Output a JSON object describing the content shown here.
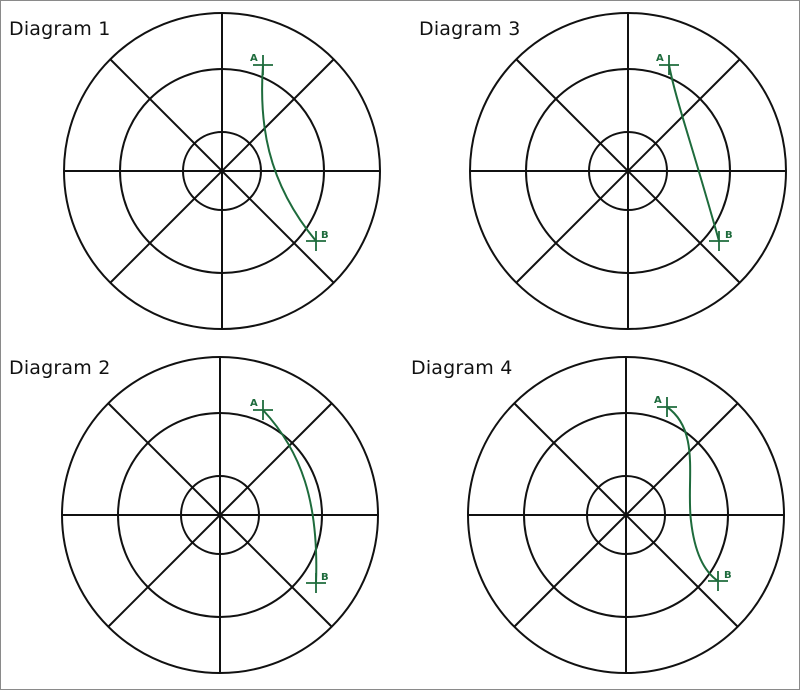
{
  "diagrams": [
    {
      "title": "Diagram 1",
      "point_a": "A",
      "point_b": "B",
      "route_color": "#1e6b3c"
    },
    {
      "title": "Diagram 2",
      "point_a": "A",
      "point_b": "B",
      "route_color": "#1e6b3c"
    },
    {
      "title": "Diagram 3",
      "point_a": "A",
      "point_b": "B",
      "route_color": "#1e6b3c"
    },
    {
      "title": "Diagram 4",
      "point_a": "A",
      "point_b": "B",
      "route_color": "#1e6b3c"
    }
  ]
}
